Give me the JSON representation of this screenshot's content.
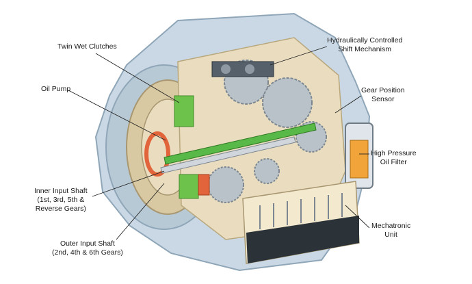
{
  "diagram": {
    "subject_icon": "dual-clutch-transmission-cutaway",
    "colors": {
      "casing": "#c9d8e4",
      "casing_dark": "#8fa6b8",
      "internals": "#e9dcbf",
      "gears": "#b9c2c9",
      "clutch_green": "#6cc24a",
      "clutch_red": "#e2643a",
      "shaft_green": "#58b848",
      "filter_orange": "#f0a43a",
      "leader": "#222222"
    },
    "labels": {
      "twin_wet_clutches": [
        "Twin Wet Clutches"
      ],
      "hydraulically_controlled": [
        "Hydraulically Controlled",
        "Shift Mechanism"
      ],
      "oil_pump": [
        "Oil Pump"
      ],
      "gear_position_sensor": [
        "Gear Position",
        "Sensor"
      ],
      "high_pressure_oil_filter": [
        "High Pressure",
        "Oil Filter"
      ],
      "inner_input_shaft": [
        "Inner Input Shaft",
        "(1st, 3rd, 5th &",
        "Reverse Gears)"
      ],
      "mechatronic_unit": [
        "Mechatronic",
        "Unit"
      ],
      "outer_input_shaft": [
        "Outer Input Shaft",
        "(2nd, 4th & 6th Gears)"
      ]
    }
  }
}
